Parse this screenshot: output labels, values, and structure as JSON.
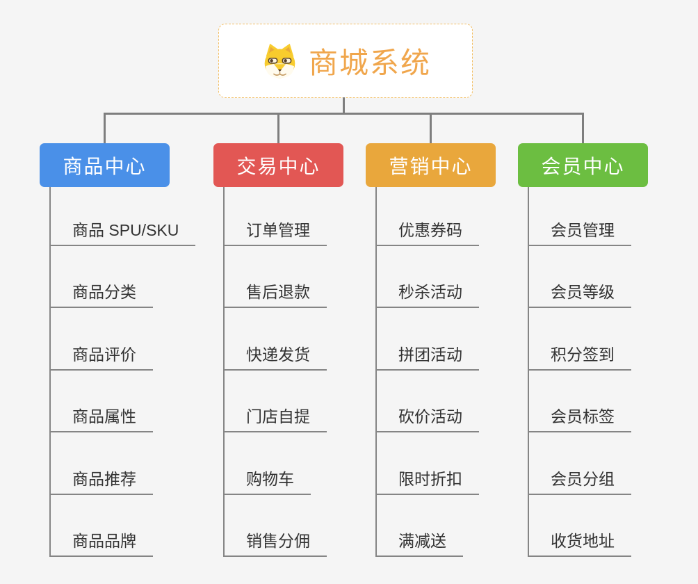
{
  "root": {
    "title": "商城系统",
    "icon": "shiba-dog-icon"
  },
  "branches": [
    {
      "label": "商品中心",
      "color": "#4A90E8",
      "children": [
        "商品 SPU/SKU",
        "商品分类",
        "商品评价",
        "商品属性",
        "商品推荐",
        "商品品牌"
      ]
    },
    {
      "label": "交易中心",
      "color": "#E25754",
      "children": [
        "订单管理",
        "售后退款",
        "快递发货",
        "门店自提",
        "购物车",
        "销售分佣"
      ]
    },
    {
      "label": "营销中心",
      "color": "#E9A73C",
      "children": [
        "优惠券码",
        "秒杀活动",
        "拼团活动",
        "砍价活动",
        "限时折扣",
        "满减送"
      ]
    },
    {
      "label": "会员中心",
      "color": "#6CBE41",
      "children": [
        "会员管理",
        "会员等级",
        "积分签到",
        "会员标签",
        "会员分组",
        "收货地址"
      ]
    }
  ],
  "colors": {
    "background": "#f5f5f5",
    "connector_line": "#7E7E7E",
    "leaf_line": "#858585",
    "root_border": "#F2BE63",
    "root_text": "#F0A64C",
    "header_text": "#ffffff",
    "leaf_text": "#333333"
  }
}
